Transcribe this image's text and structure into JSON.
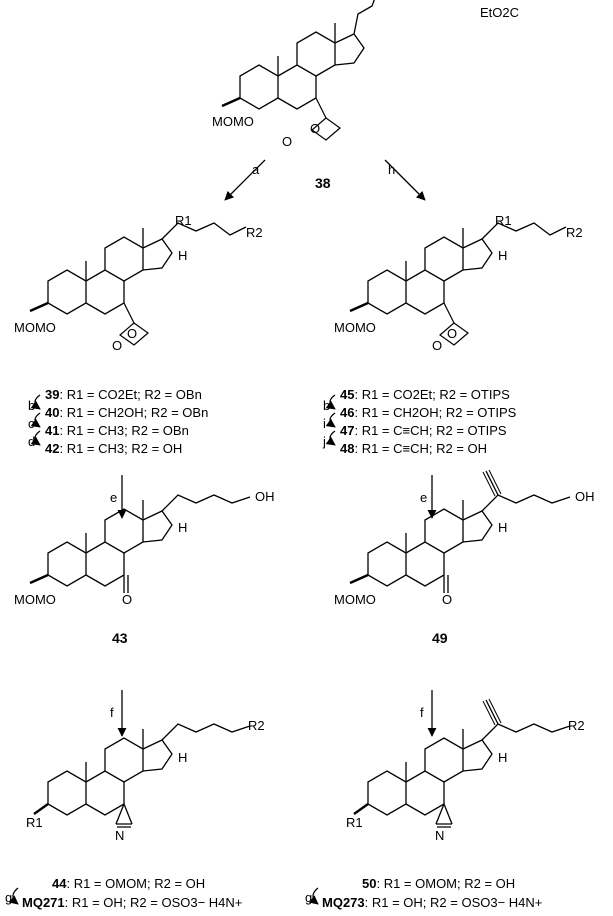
{
  "atoms": {
    "mom": "MOMO",
    "etoac": "EtO2C",
    "h": "H",
    "o": "O",
    "oh": "OH",
    "r1": "R1",
    "r2": "R2",
    "n": "N"
  },
  "compounds": {
    "c38": "38",
    "c43": "43",
    "c49": "49"
  },
  "conditions": [
    "a",
    "h",
    "b",
    "c",
    "d",
    "e",
    "b",
    "i",
    "j",
    "e",
    "f",
    "f",
    "g",
    "g"
  ],
  "left_list": [
    {
      "num": "39",
      "text": ": R1 = CO2Et; R2 = OBn"
    },
    {
      "num": "40",
      "text": ": R1 = CH2OH; R2 = OBn"
    },
    {
      "num": "41",
      "text": ": R1 = CH3; R2 = OBn"
    },
    {
      "num": "42",
      "text": ": R1 = CH3; R2 = OH"
    }
  ],
  "right_list": [
    {
      "num": "45",
      "text": ": R1 = CO2Et; R2 = OTIPS"
    },
    {
      "num": "46",
      "text": ": R1 = CH2OH; R2 = OTIPS"
    },
    {
      "num": "47",
      "text": ": R1 = C≡CH; R2 = OTIPS"
    },
    {
      "num": "48",
      "text": ": R1 = C≡CH; R2 = OH"
    }
  ],
  "bottom_left": [
    {
      "num": "44",
      "text": ": R1 = OMOM; R2 = OH"
    },
    {
      "num": "MQ271",
      "text": ": R1 = OH; R2 = OSO3− H4N+"
    }
  ],
  "bottom_right": [
    {
      "num": "50",
      "text": ": R1 = OMOM; R2 = OH"
    },
    {
      "num": "MQ273",
      "text": ": R1 = OH; R2 = OSO3− H4N+"
    }
  ]
}
